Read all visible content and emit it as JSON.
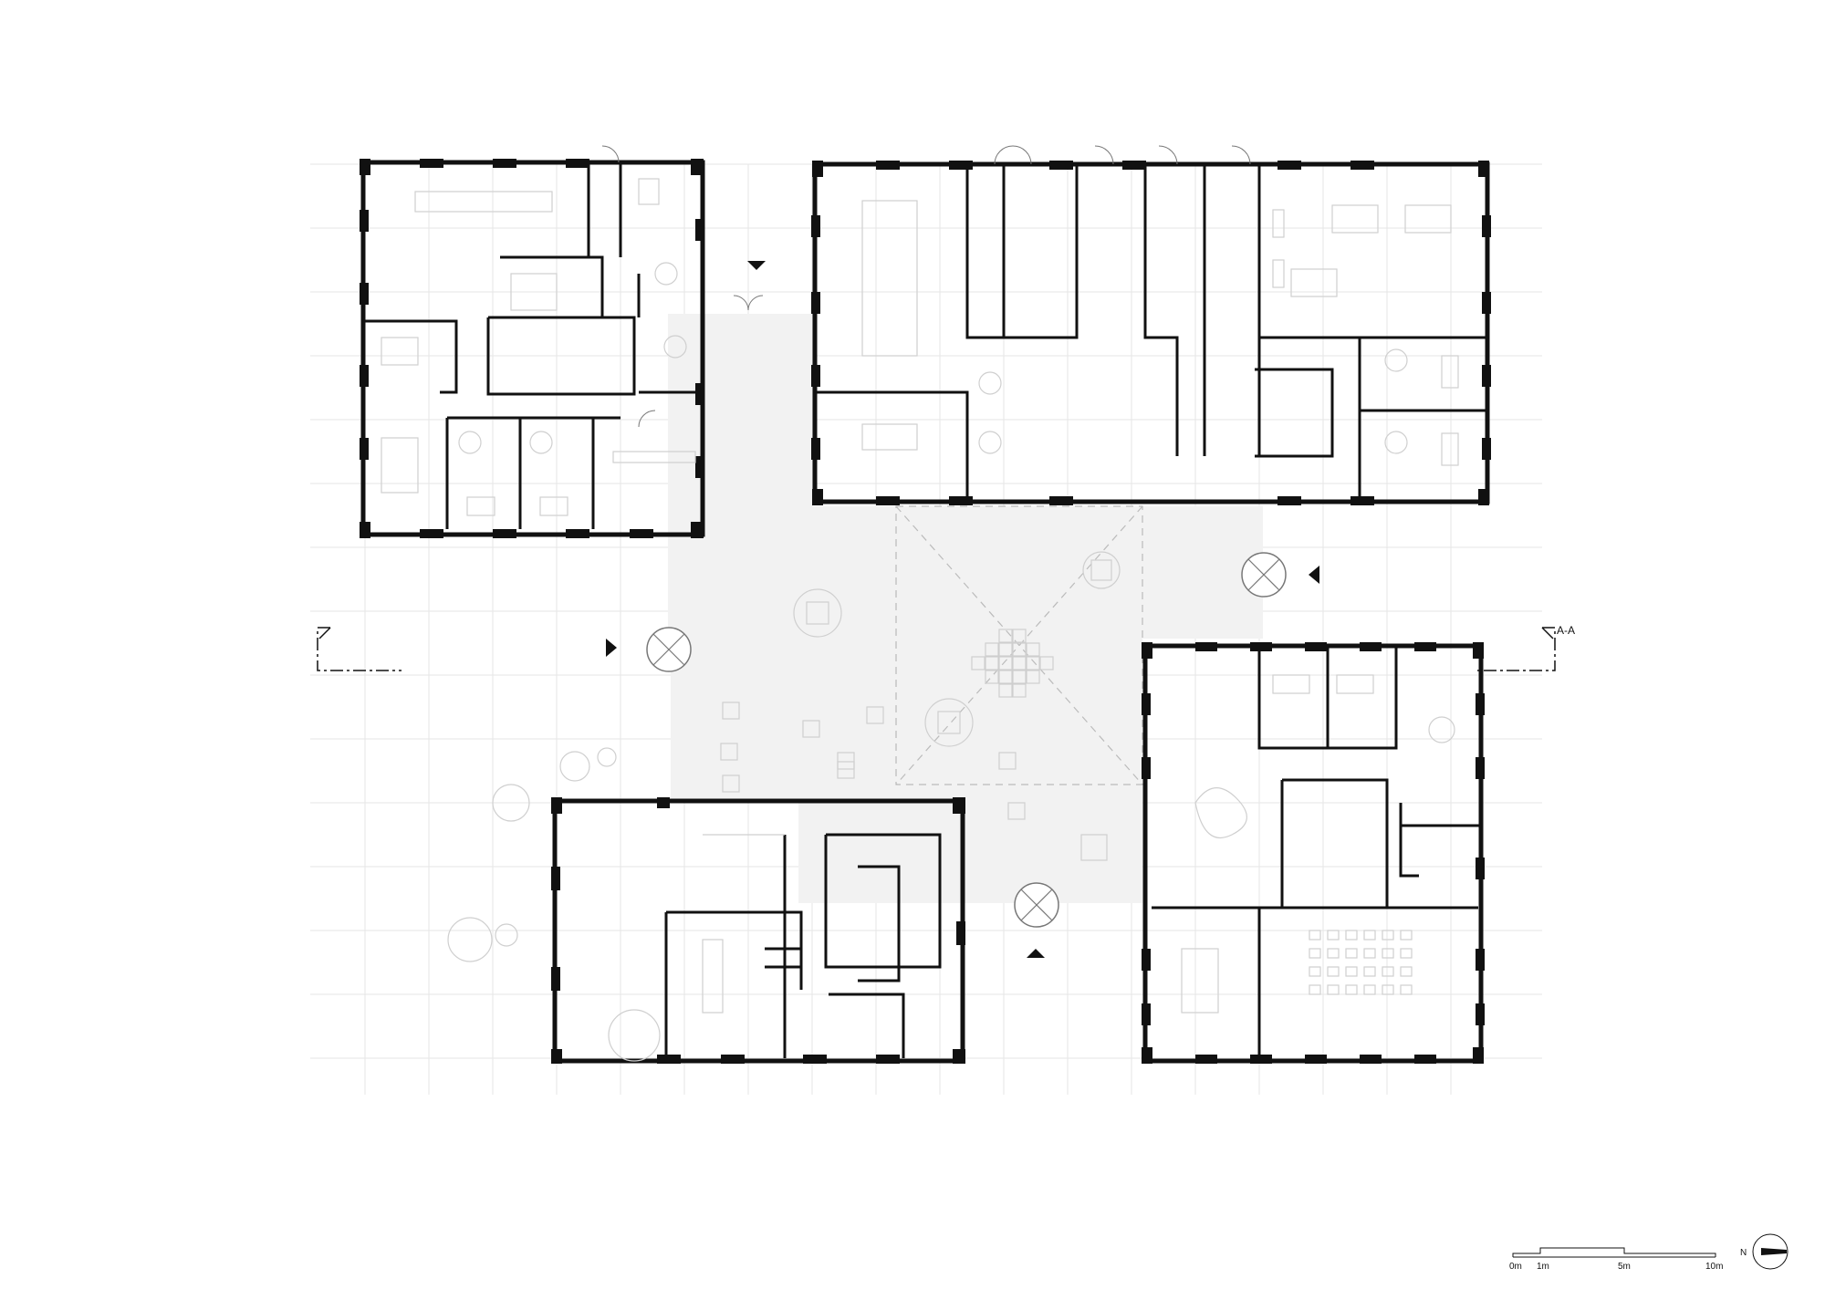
{
  "section_marker": {
    "label": "A-A"
  },
  "scale_bar": {
    "labels": [
      "0m",
      "1m",
      "5m",
      "10m"
    ]
  },
  "north_arrow": {
    "label": "N"
  },
  "colors": {
    "wall": "#111111",
    "courtyard_fill": "#f2f2f2",
    "furniture": "#cfcfcf",
    "grid": "#e6e6e6"
  }
}
